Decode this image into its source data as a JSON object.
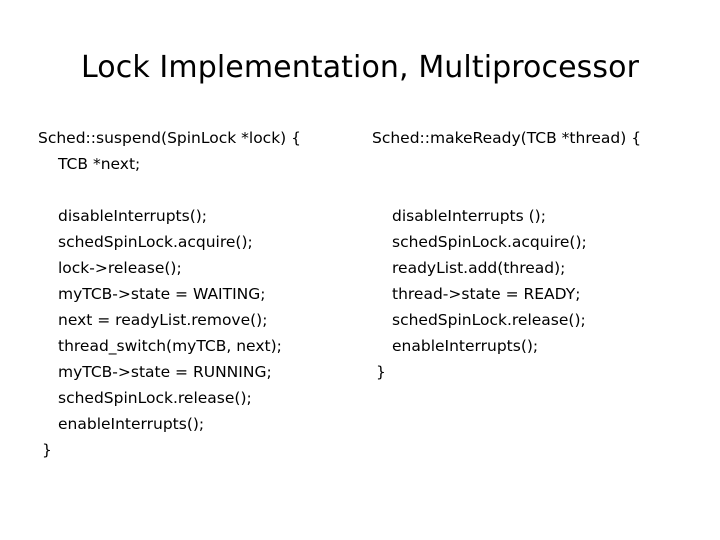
{
  "slide": {
    "title": "Lock Implementation, Multiprocessor",
    "background_color": "#ffffff",
    "text_color": "#000000"
  },
  "code_left": {
    "name": "Sched::suspend",
    "lines": [
      {
        "text": "Sched::suspend(SpinLock *lock) {",
        "indent": 0
      },
      {
        "text": "TCB *next;",
        "indent": 1
      },
      {
        "text": "",
        "indent": 1
      },
      {
        "text": "disableInterrupts();",
        "indent": 1
      },
      {
        "text": "schedSpinLock.acquire();",
        "indent": 1
      },
      {
        "text": "lock->release();",
        "indent": 1
      },
      {
        "text": "myTCB->state = WAITING;",
        "indent": 1
      },
      {
        "text": "next = readyList.remove();",
        "indent": 1
      },
      {
        "text": "thread_switch(myTCB, next);",
        "indent": 1
      },
      {
        "text": "myTCB->state = RUNNING;",
        "indent": 1
      },
      {
        "text": "schedSpinLock.release();",
        "indent": 1
      },
      {
        "text": "enableInterrupts();",
        "indent": 1
      },
      {
        "text": "}",
        "indent": 0
      }
    ]
  },
  "code_right": {
    "name": "Sched::makeReady",
    "lines": [
      {
        "text": "Sched::makeReady(TCB *thread) {",
        "indent": 0
      },
      {
        "text": "",
        "indent": 1
      },
      {
        "text": "",
        "indent": 1
      },
      {
        "text": "disableInterrupts ();",
        "indent": 1
      },
      {
        "text": "schedSpinLock.acquire();",
        "indent": 1
      },
      {
        "text": "readyList.add(thread);",
        "indent": 1
      },
      {
        "text": "thread->state = READY;",
        "indent": 1
      },
      {
        "text": "schedSpinLock.release();",
        "indent": 1
      },
      {
        "text": "enableInterrupts();",
        "indent": 1
      },
      {
        "text": "}",
        "indent": 0
      }
    ]
  }
}
